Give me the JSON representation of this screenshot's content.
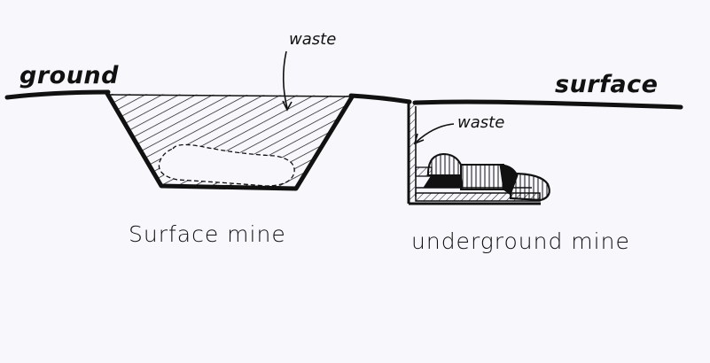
{
  "labels": {
    "ground": "ground",
    "surface": "surface",
    "waste_surface": "waste",
    "waste_underground": "waste",
    "surface_mine": "Surface mine",
    "underground_mine": "underground mine"
  },
  "colors": {
    "background": "#f8f8fc",
    "ink": "#111111"
  }
}
